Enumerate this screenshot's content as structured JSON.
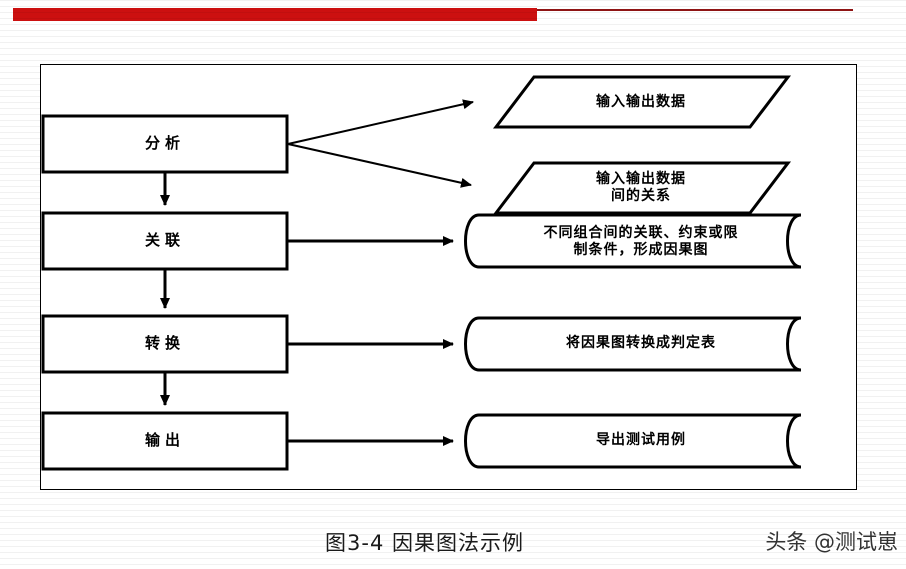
{
  "slide": {
    "accent_color": "#cc1010",
    "rule_color": "#8e1414",
    "caption": "图3-4 因果图法示例",
    "watermark": "头条 @测试崽"
  },
  "diagram": {
    "title": "因果图法示例",
    "type": "flowchart",
    "stages": [
      {
        "id": "analyze",
        "label": "分析"
      },
      {
        "id": "associate",
        "label": "关联"
      },
      {
        "id": "transform",
        "label": "转换"
      },
      {
        "id": "output",
        "label": "输出"
      }
    ],
    "outputs": [
      {
        "id": "io-data",
        "shape": "parallelogram",
        "label": "输入输出数据"
      },
      {
        "id": "io-data-relation",
        "shape": "parallelogram",
        "label": "输入输出数据\n间的关系"
      },
      {
        "id": "cause-effect",
        "shape": "document",
        "label": "不同组合间的关联、约束或限\n制条件，形成因果图"
      },
      {
        "id": "decision-table",
        "shape": "document",
        "label": "将因果图转换成判定表"
      },
      {
        "id": "test-cases",
        "shape": "document",
        "label": "导出测试用例"
      }
    ],
    "connections": [
      {
        "from": "analyze",
        "to": "associate",
        "kind": "vertical-arrow"
      },
      {
        "from": "associate",
        "to": "transform",
        "kind": "vertical-arrow"
      },
      {
        "from": "transform",
        "to": "output",
        "kind": "vertical-arrow"
      },
      {
        "from": "analyze",
        "to": "io-data",
        "kind": "diagonal-arrow"
      },
      {
        "from": "analyze",
        "to": "io-data-relation",
        "kind": "diagonal-arrow"
      },
      {
        "from": "associate",
        "to": "cause-effect",
        "kind": "horizontal-arrow"
      },
      {
        "from": "transform",
        "to": "decision-table",
        "kind": "horizontal-arrow"
      },
      {
        "from": "output",
        "to": "test-cases",
        "kind": "horizontal-arrow"
      }
    ]
  }
}
